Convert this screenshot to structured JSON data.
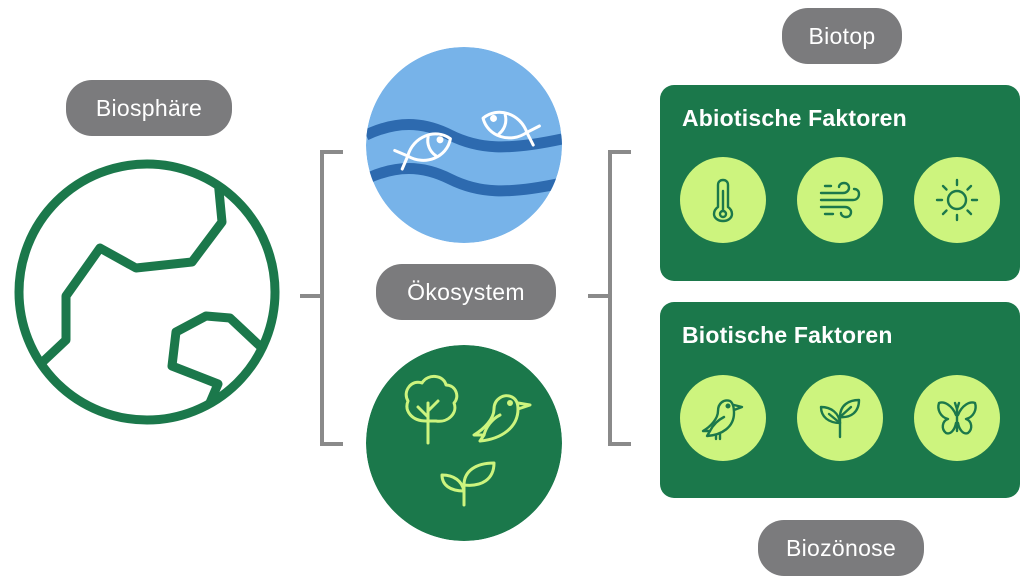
{
  "labels": {
    "biosphere": "Biosphäre",
    "ecosystem": "Ökosystem",
    "biotope": "Biotop",
    "biocenosis": "Biozönose"
  },
  "abiotic": {
    "title": "Abiotische Faktoren",
    "icons": [
      "thermometer-icon",
      "wind-icon",
      "sun-icon"
    ]
  },
  "biotic": {
    "title": "Biotische Faktoren",
    "icons": [
      "bird-icon",
      "plant-sprout-icon",
      "butterfly-icon"
    ]
  },
  "colors": {
    "dark_green": "#1b784b",
    "light_green": "#cdf47e",
    "water_blue": "#77b3e9",
    "wave_blue": "#2d6aaf",
    "pill_gray": "#7b7b7d",
    "bracket_gray": "#8a8a8a"
  }
}
